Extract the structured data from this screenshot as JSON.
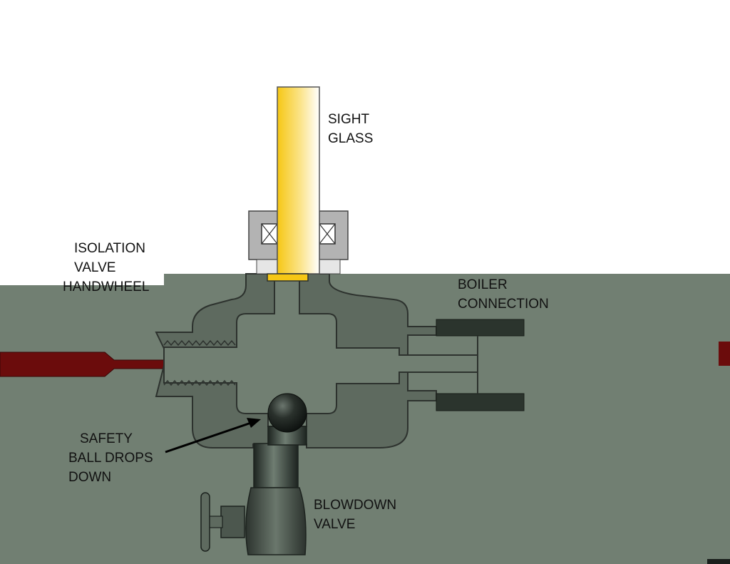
{
  "labels": {
    "sight_glass": [
      "SIGHT",
      "GLASS"
    ],
    "isolation_valve_handwheel": [
      "ISOLATION",
      "VALVE",
      "HANDWHEEL"
    ],
    "boiler_connection": [
      "BOILER",
      "CONNECTION"
    ],
    "safety_ball_drops_down": [
      "SAFETY",
      "BALL DROPS",
      "DOWN"
    ],
    "blowdown_valve": [
      "BLOWDOWN",
      "VALVE"
    ]
  },
  "colors": {
    "page_background": "#ffffff",
    "scene_background": "#717f72",
    "valve_body": "#5e6a5f",
    "body_outline": "#2d322e",
    "boiler_flange": "#2b342d",
    "handwheel_stem": "#6b0c0c",
    "sight_glass_fill": "#f6c715",
    "gland_gray": "#b3b3b3",
    "safety_ball": "#1a1f1c",
    "label_text": "#111111"
  }
}
